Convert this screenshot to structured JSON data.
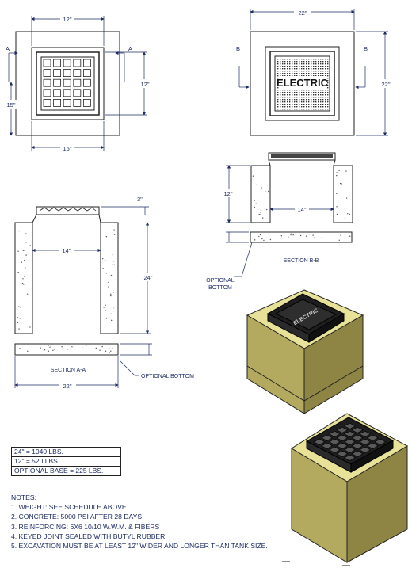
{
  "plan_a": {
    "dim_top": "12\"",
    "dim_right": "12\"",
    "dim_left": "15\"",
    "dim_bottom": "15\"",
    "section_mark_left": "A",
    "section_mark_right": "A"
  },
  "plan_b": {
    "dim_top": "22\"",
    "dim_right": "22\"",
    "section_mark_left": "B",
    "section_mark_right": "B",
    "cover_text": "ELECTRIC"
  },
  "section_a": {
    "dim_lid": "3\"",
    "dim_inner": "14\"",
    "dim_height": "24\"",
    "dim_base": "22\"",
    "caption": "SECTION A-A",
    "callout": "OPTIONAL BOTTOM"
  },
  "section_b": {
    "dim_height": "12\"",
    "dim_inner": "14\"",
    "caption": "SECTION B-B",
    "callout_line1": "OPTIONAL",
    "callout_line2": "BOTTOM"
  },
  "iso": {
    "cover_text": "ELECTRIC"
  },
  "weights": {
    "rows": [
      "24\" = 1040 LBS.",
      "12\" = 520 LBS.",
      "OPTIONAL BASE = 225 LBS."
    ]
  },
  "notes": {
    "title": "NOTES:",
    "items": [
      "1. WEIGHT: SEE SCHEDULE ABOVE",
      "2. CONCRETE: 5000 PSI AFTER 28 DAYS",
      "3. REINFORCING: 6X6 10/10 W.W.M. & FIBERS",
      "4. KEYED JOINT SEALED WITH BUTYL RUBBER",
      "5. EXCAVATION MUST BE AT LEAST 12\" WIDER AND LONGER THAN TANK SIZE."
    ]
  },
  "colors": {
    "ink": "#1d2b63",
    "box_face": "#b3aa60",
    "box_side": "#8e8544",
    "box_top": "#e8e299",
    "cover": "#1e1e1e"
  }
}
